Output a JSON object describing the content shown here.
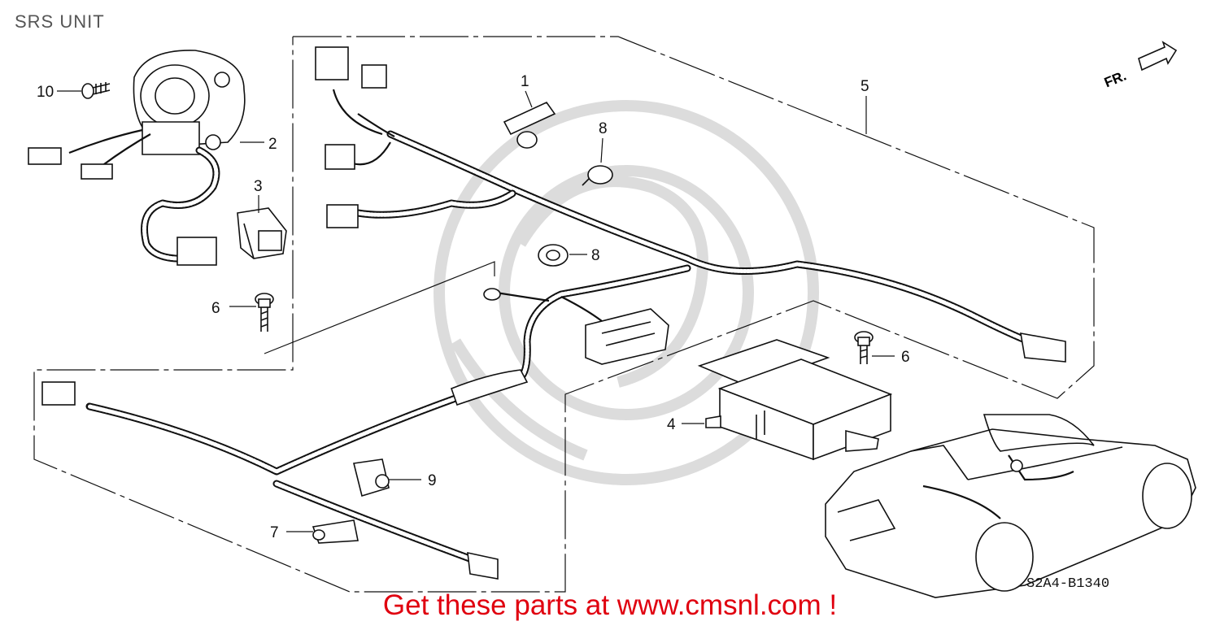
{
  "title": "SRS UNIT",
  "footer": "Get these parts at www.cmsnl.com !",
  "diagram_code": "S2A4-B1340",
  "direction_label": "FR.",
  "callouts": {
    "c1": "1",
    "c2": "2",
    "c3": "3",
    "c4": "4",
    "c5": "5",
    "c6a": "6",
    "c6b": "6",
    "c7": "7",
    "c8a": "8",
    "c8b": "8",
    "c9": "9",
    "c10": "10"
  },
  "colors": {
    "footer": "#e0000f",
    "title": "#555555",
    "lines": "#111111"
  }
}
